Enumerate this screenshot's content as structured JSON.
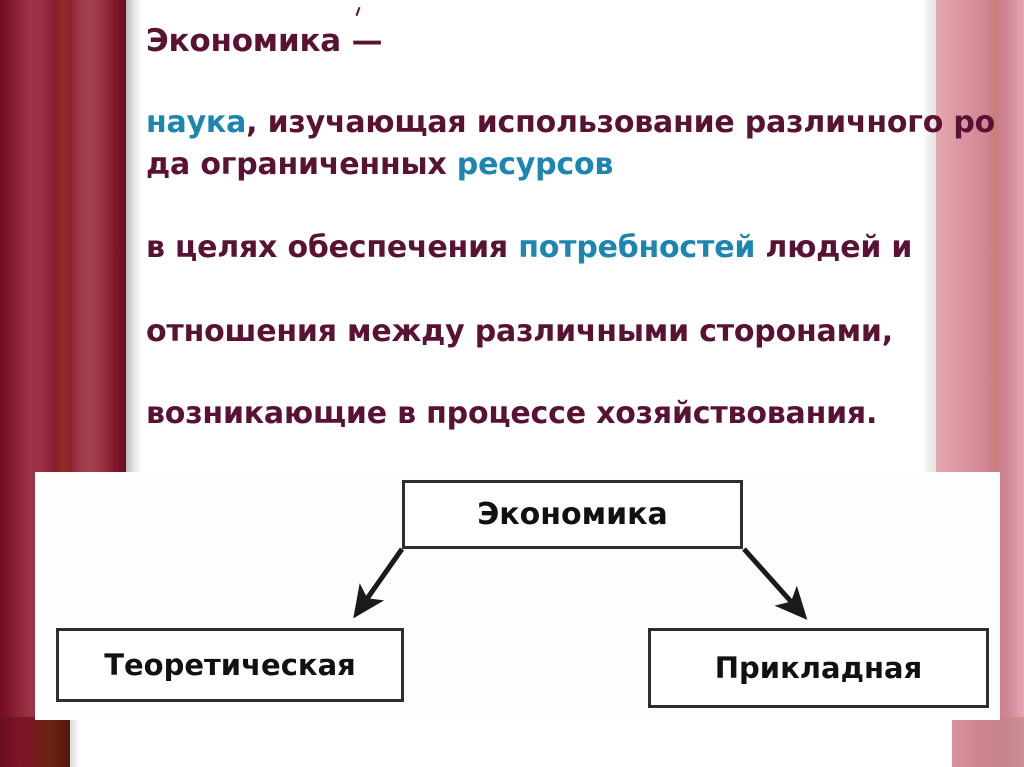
{
  "slide": {
    "title_line": "Экономика —",
    "paragraph_lines": [
      {
        "segments": [
          {
            "text": "наука",
            "highlight": true
          },
          {
            "text": ", изучающая использование различного ро",
            "highlight": false
          }
        ]
      },
      {
        "segments": [
          {
            "text": "да ограниченных ",
            "highlight": false
          },
          {
            "text": "ресурсов",
            "highlight": true
          }
        ]
      },
      {
        "segments": [
          {
            "text": "в целях обеспечения ",
            "highlight": false
          },
          {
            "text": "потребностей",
            "highlight": true
          },
          {
            "text": " людей и",
            "highlight": false
          }
        ]
      },
      {
        "segments": [
          {
            "text": "отношения между различными сторонами,",
            "highlight": false
          }
        ]
      },
      {
        "segments": [
          {
            "text": "возникающие в процессе хозяйствования.",
            "highlight": false
          }
        ]
      }
    ],
    "text_color": "#591234",
    "highlight_color": "#1c85b0"
  },
  "diagram": {
    "top_box": "Экономика",
    "left_box": "Теоретическая",
    "right_box": "Прикладная",
    "box_border_color": "#2e2e2e",
    "arrow_color": "#1a1a1a"
  },
  "decor": {
    "left_curtain_color": "#8d2337",
    "right_curtain_color": "#d58c99"
  }
}
